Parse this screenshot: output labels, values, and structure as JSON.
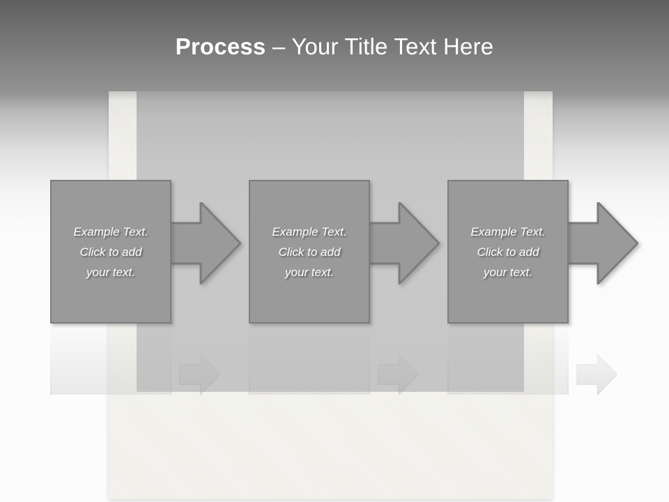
{
  "slide": {
    "title_bold": "Process",
    "title_separator": " – ",
    "title_rest": "Your Title Text Here",
    "title_full": "Process – Your Title Text Here"
  },
  "colors": {
    "header_band_top": "#5f5f5f",
    "header_band_bottom": "#919191",
    "title_text": "#ffffff",
    "box_fill": "#9a9a9a",
    "box_border": "#7c7c7c",
    "arrow_fill": "#9a9a9a",
    "arrow_border": "#7c7c7c",
    "paper_panel": "#f1f0ea",
    "inner_panel": "#c6c6c6",
    "page_background": "#fcfcfc"
  },
  "diagram": {
    "type": "process-flow",
    "steps": [
      {
        "index": 1,
        "text": "Example Text. Click  to add your text.",
        "line1": "Example Text.",
        "line2": "Click  to add",
        "line3": "your text."
      },
      {
        "index": 2,
        "text": "Example Text. Click  to add your text.",
        "line1": "Example Text.",
        "line2": "Click  to add",
        "line3": "your text."
      },
      {
        "index": 3,
        "text": "Example Text. Click  to add your text.",
        "line1": "Example Text.",
        "line2": "Click  to add",
        "line3": "your text."
      }
    ],
    "connectors": [
      {
        "index": 1,
        "icon": "right-arrow-icon"
      },
      {
        "index": 2,
        "icon": "right-arrow-icon"
      },
      {
        "index": 3,
        "icon": "right-arrow-icon"
      }
    ]
  }
}
